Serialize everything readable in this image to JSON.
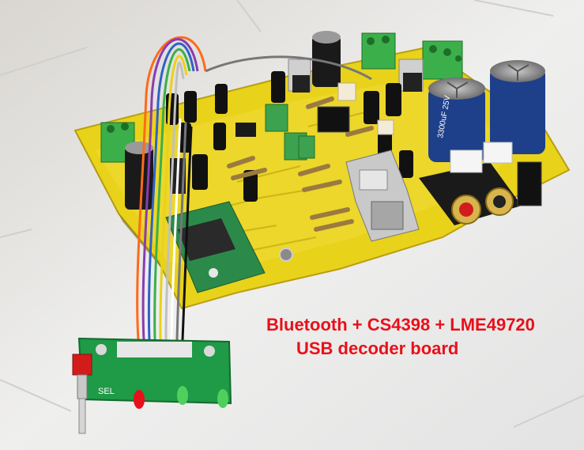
{
  "caption": {
    "line1": "Bluetooth + CS4398 + LME49720",
    "line2": "USB decoder board"
  },
  "silkscreen": {
    "switch_label": "SEL",
    "capacitor_label": "3300uF 25V"
  },
  "colors": {
    "caption": "#e8101a",
    "pcb": "#e9d21a",
    "sub_pcb": "#1f9a46",
    "floor": "#ececec"
  }
}
